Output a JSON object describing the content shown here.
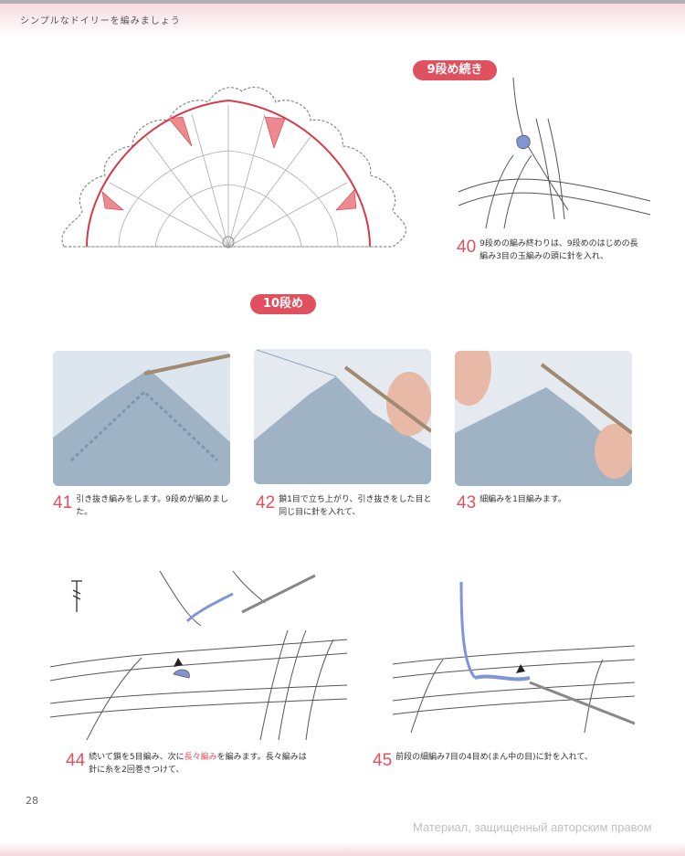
{
  "header": {
    "title": "シンプルなドイリーを編みましょう"
  },
  "sections": {
    "round9": "9段め続き",
    "round10": "10段め"
  },
  "steps": [
    {
      "number": "40",
      "text": "9段めの編み終わりは、9段めのはじめの長編み3目の玉編みの頭に針を入れ、"
    },
    {
      "number": "41",
      "text": "引き抜き編みをします。9段めが編めました。"
    },
    {
      "number": "42",
      "text": "鎖1目で立ち上がり、引き抜きをした目と同じ目に針を入れて、"
    },
    {
      "number": "43",
      "text": "細編みを1目編みます。"
    },
    {
      "number": "44",
      "text_before": "続いて鎖を5目編み、次に",
      "highlight": "長々編み",
      "text_after": "を編みます。長々編みは針に糸を2回巻きつけて、"
    },
    {
      "number": "45",
      "text": "前段の細編み7目の4目め(まん中の目)に針を入れて、"
    }
  ],
  "footer": {
    "page_number": "28",
    "watermark": "Материал, защищенный авторским правом"
  },
  "colors": {
    "accent": "#e0505e",
    "yarn_blue": "#8fa6bd",
    "highlight_blue": "#7f95d6",
    "header_pink": "#f6d6dc"
  }
}
